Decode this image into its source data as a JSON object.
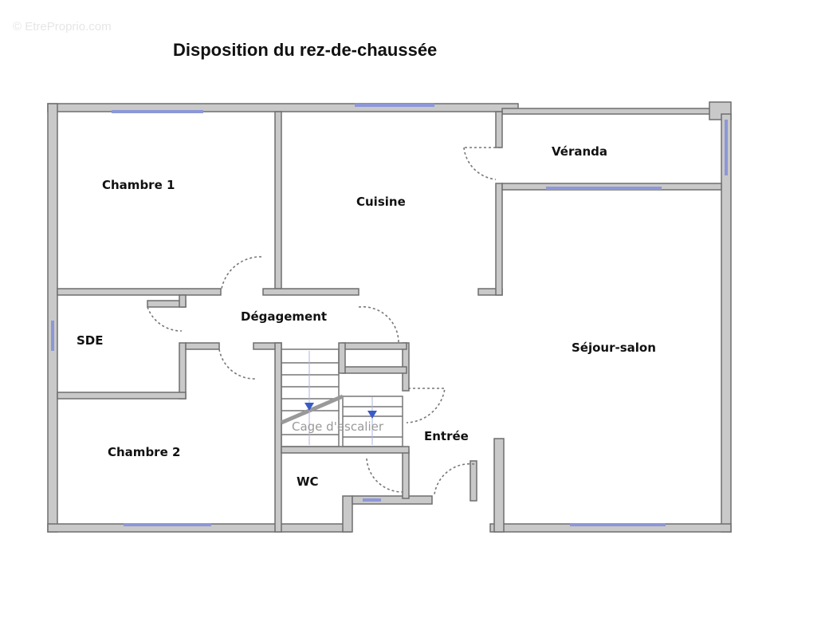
{
  "watermark": "© EtreProprio.com",
  "title": "Disposition du rez-de-chaussée",
  "rooms": {
    "chambre1": "Chambre 1",
    "cuisine": "Cuisine",
    "veranda": "Véranda",
    "degagement": "Dégagement",
    "sde": "SDE",
    "sejour": "Séjour-salon",
    "chambre2": "Chambre 2",
    "cage": "Cage d'escalier",
    "entree": "Entrée",
    "wc": "WC"
  },
  "colors": {
    "wall": "#c9c9c9",
    "window": "#8d97d8",
    "stair_arrow": "#3a5bc7"
  }
}
